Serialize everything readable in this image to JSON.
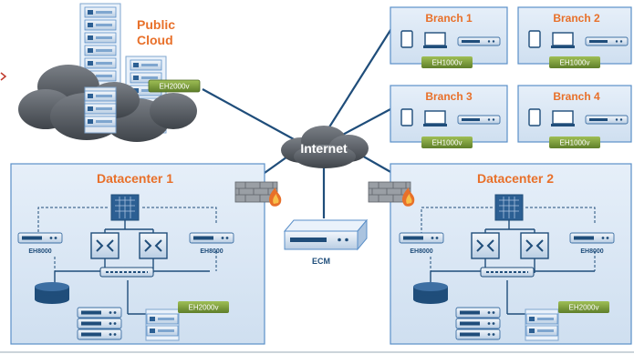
{
  "public_cloud": {
    "title_line1": "Public",
    "title_line2": "Cloud",
    "device_label": "EH2000v"
  },
  "internet": {
    "label": "Internet"
  },
  "ecm": {
    "label": "ECM"
  },
  "branches": [
    {
      "title": "Branch 1",
      "device_label": "EH1000v"
    },
    {
      "title": "Branch 2",
      "device_label": "EH1000v"
    },
    {
      "title": "Branch 3",
      "device_label": "EH1000v"
    },
    {
      "title": "Branch 4",
      "device_label": "EH1000v"
    }
  ],
  "datacenter_1": {
    "title": "Datacenter 1",
    "left_device_label": "EH8000",
    "right_device_label": "EH8000",
    "virtual_label": "EH2000v"
  },
  "datacenter_2": {
    "title": "Datacenter 2",
    "left_device_label": "EH8000",
    "right_device_label": "EH8000",
    "virtual_label": "EH2000v"
  },
  "colors": {
    "title_orange": "#e8702a",
    "panel_fill": "#dce8f5",
    "panel_border": "#5a8fc8",
    "link_blue": "#1f4d7a",
    "device_green": "#7a9a3a"
  }
}
